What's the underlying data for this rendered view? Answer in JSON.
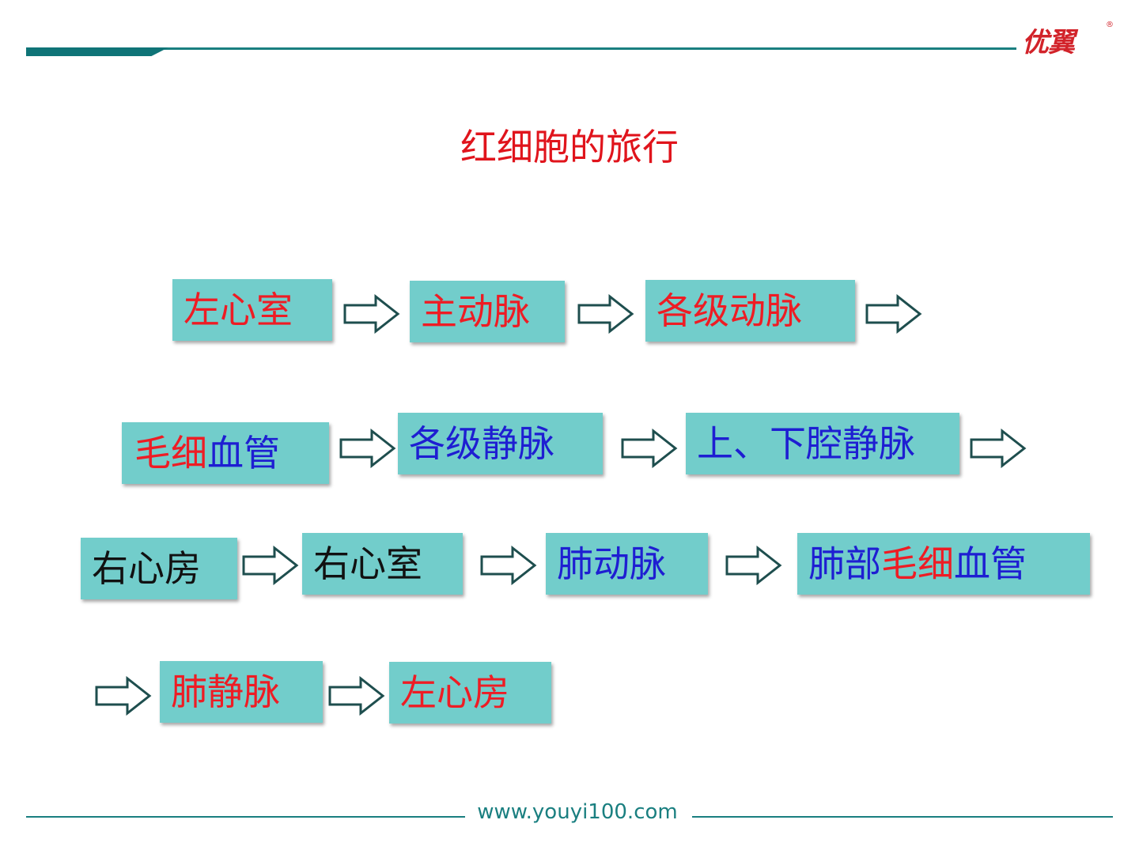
{
  "header": {
    "logo": "优翼",
    "logo_mark": "®"
  },
  "title": "红细胞的旅行",
  "row1": {
    "b1": "左心室",
    "b2": "主动脉",
    "b3": "各级动脉"
  },
  "row2": {
    "b1_a": "毛细",
    "b1_b": "血管",
    "b2": "各级静脉",
    "b3": "上、下腔静脉"
  },
  "row3": {
    "b1": "右心房",
    "b2": "右心室",
    "b3": "肺动脉",
    "b4_a": "肺部",
    "b4_b": "毛细",
    "b4_c": "血管"
  },
  "row4": {
    "b1": "肺静脉",
    "b2": "左心房"
  },
  "footer": {
    "url": "www.youyi100.com"
  },
  "colors": {
    "box": "#72cdcb",
    "red": "#ee1c24",
    "blue": "#1e1ed2",
    "teal": "#1a7f80"
  }
}
